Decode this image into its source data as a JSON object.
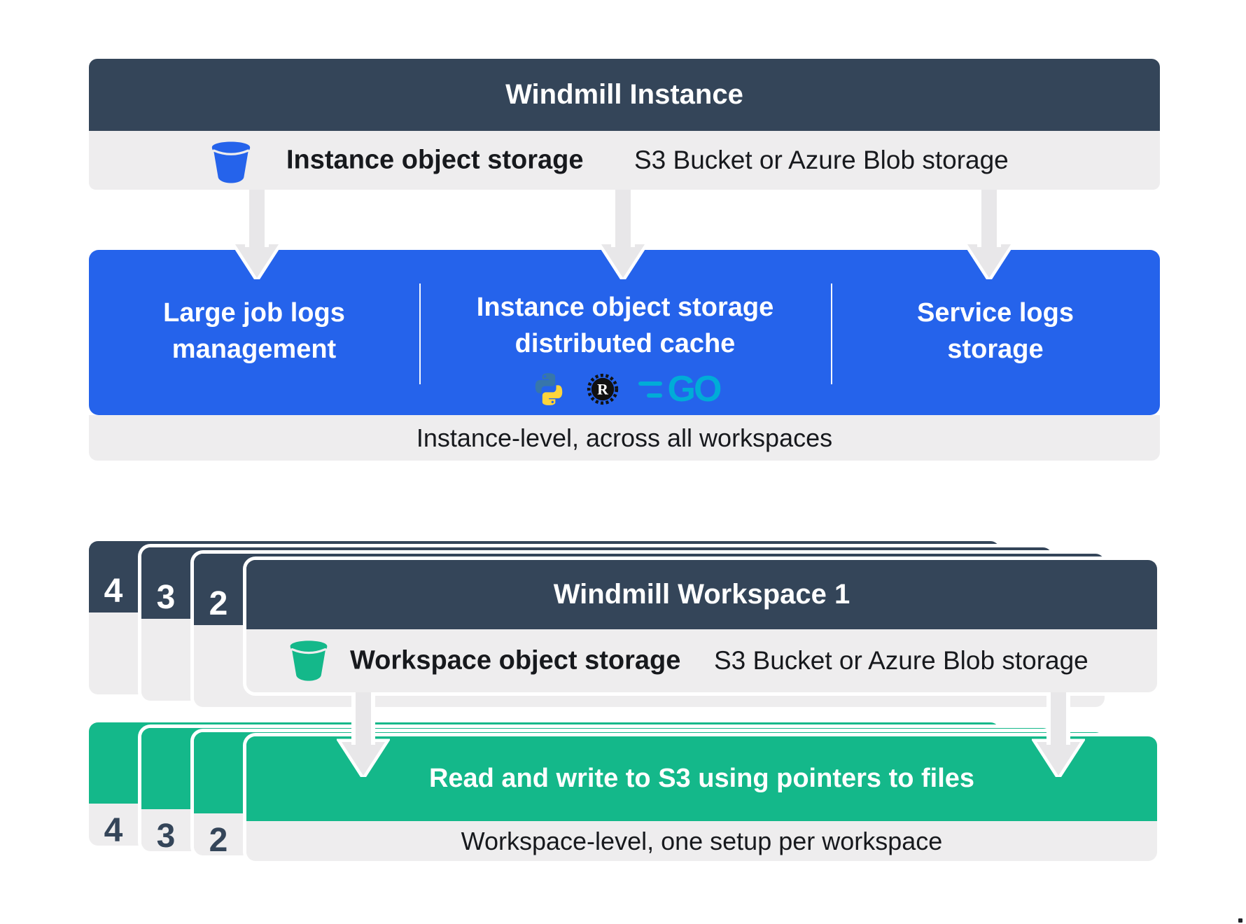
{
  "colors": {
    "navy": "#344559",
    "blue": "#2563eb",
    "green": "#14b88a",
    "row_gray": "#eeedee",
    "arrow_gray": "#e8e7e9",
    "go_cyan": "#00acd7",
    "python_blue": "#3776ab",
    "python_yellow": "#ffd43b"
  },
  "instance": {
    "title": "Windmill Instance",
    "storage": {
      "label": "Instance object storage",
      "detail": "S3 Bucket or Azure Blob storage"
    },
    "features": [
      {
        "lines": [
          "Large job logs",
          "management"
        ]
      },
      {
        "lines": [
          "Instance object storage",
          "distributed cache"
        ],
        "logos": [
          "python-logo",
          "rust-logo",
          "go-logo"
        ],
        "rust_label": "R",
        "go_label": "GO"
      },
      {
        "lines": [
          "Service logs",
          "storage"
        ]
      }
    ],
    "footer": "Instance-level, across all workspaces"
  },
  "workspace": {
    "stack_numbers": [
      "4",
      "3",
      "2"
    ],
    "title": "Windmill Workspace 1",
    "storage": {
      "label": "Workspace object storage",
      "detail": "S3 Bucket or Azure Blob storage"
    },
    "action_title": "Read and write to S3 using pointers to files",
    "footer": "Workspace-level, one setup per workspace"
  }
}
